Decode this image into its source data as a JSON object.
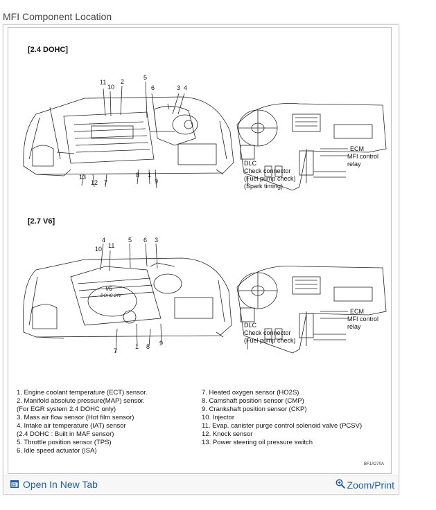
{
  "page": {
    "title": "MFI Component Location"
  },
  "figure": {
    "section_a": {
      "heading": "[2.4 DOHC]",
      "top_callouts": [
        "11",
        "10",
        "2",
        "5",
        "6",
        "3",
        "4"
      ],
      "bottom_callouts": [
        "13",
        "12",
        "7",
        "8",
        "1",
        "9"
      ],
      "dash": {
        "ecm": "ECM",
        "relay1": "MFI control",
        "relay2": "relay",
        "dlc": [
          "DLC",
          "Check connector",
          "(Fuel pump check)",
          "(Spark timing)"
        ]
      }
    },
    "section_b": {
      "heading": "[2.7 V6]",
      "top_callouts": [
        "4",
        "11",
        "10",
        "5",
        "6",
        "3"
      ],
      "bottom_callouts": [
        "7",
        "1",
        "8",
        "9"
      ],
      "dash": {
        "ecm": "ECM",
        "relay1": "MFI control",
        "relay2": "relay",
        "dlc": [
          "DLC",
          "Check connector",
          "(Fuel pump check)"
        ]
      },
      "engine_marks": [
        "V6",
        "DOHC 24V"
      ]
    },
    "legend_left": [
      "1.  Engine coolant temperature (ECT) sensor.",
      "2.  Manifold absolute pressure(MAP) sensor.",
      "     (For EGR system 2.4 DOHC only)",
      "3.  Mass air flow sensor (Hot film sensor)",
      "4.  Intake air temperature (IAT) sensor",
      "     (2.4 DOHC : Built in MAF sensor)",
      "5.  Throttle position sensor (TPS)",
      "6.  Idle speed actuator (ISA)"
    ],
    "legend_right": [
      "7.  Heated oxygen sensor (HO2S)",
      "8.  Camshaft position sensor (CMP)",
      "9.  Crankshaft position sensor (CKP)",
      "10. Injector",
      "11. Evap. canister purge control solenoid valve (PCSV)",
      "12. Knock sensor",
      "13. Power steering oil pressure switch"
    ],
    "code": "BF1A270A"
  },
  "footer": {
    "open_label": "Open In New Tab",
    "zoom_label": "Zoom/Print",
    "open_icon": "open-in-new-tab-icon",
    "zoom_icon": "magnifier-plus-icon",
    "link_color": "#1a5fa8"
  }
}
